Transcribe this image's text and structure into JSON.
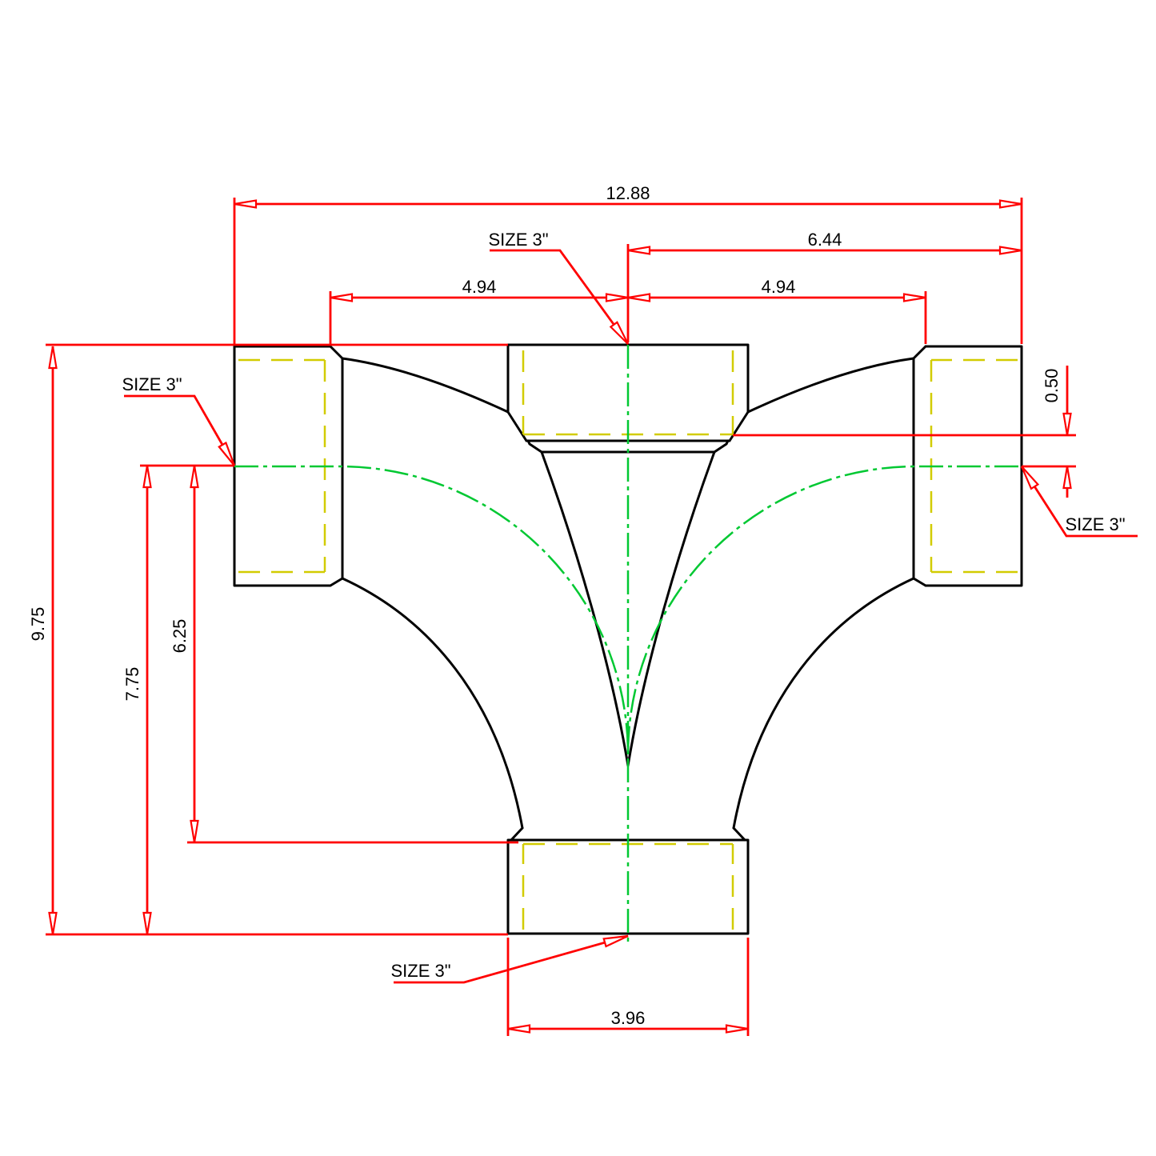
{
  "drawing": {
    "type": "technical-dimension-drawing",
    "part": "double 90-degree elbow pipe fitting, front view"
  },
  "colors": {
    "outline": "#000000",
    "dimension": "#ff0000",
    "hidden": "#d2cc00",
    "centerline": "#00c832",
    "text": "#000000",
    "background": "#ffffff"
  },
  "dims": {
    "overall_width": "12.88",
    "center_to_right_end": "6.44",
    "center_to_left_socket": "4.94",
    "center_to_right_socket": "4.94",
    "overall_height": "9.75",
    "base_to_centerline": "7.75",
    "base_to_bottom_hub": "6.25",
    "socket_offset": "0.50",
    "bottom_hub_width": "3.96"
  },
  "labels": {
    "size_top": "SIZE 3\"",
    "size_left": "SIZE 3\"",
    "size_right": "SIZE 3\"",
    "size_bottom": "SIZE 3\""
  }
}
